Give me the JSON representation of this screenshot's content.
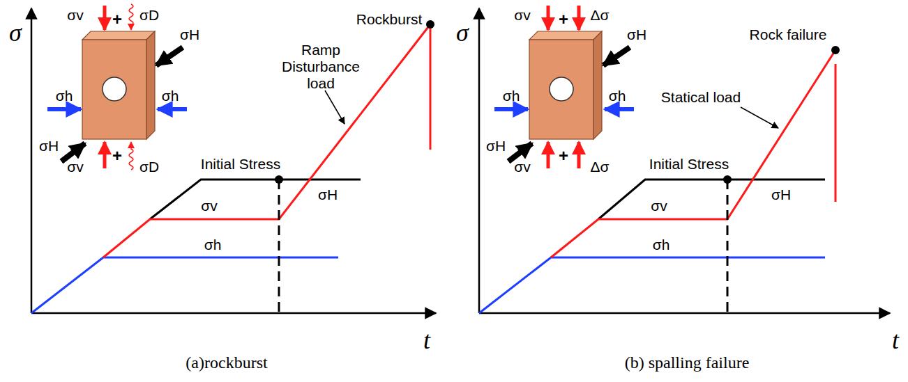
{
  "diagram": {
    "labels": [
      "σ",
      "t",
      "σv",
      "+",
      "σD",
      "σH",
      "σh",
      "σh",
      "σH",
      "σv",
      "+",
      "σD",
      "Rockburst",
      "Ramp Disturbance load",
      "Initial Stress",
      "σH",
      "σv",
      "σh",
      "(a)rockburst",
      "σ",
      "t",
      "σv",
      "+",
      "Δσ",
      "σH",
      "σh",
      "σh",
      "σH",
      "σv",
      "+",
      "Δσ",
      "Rock failure",
      "Statical load",
      "Initial Stress",
      "σH",
      "σv",
      "σh",
      "(b) spalling failure"
    ]
  }
}
